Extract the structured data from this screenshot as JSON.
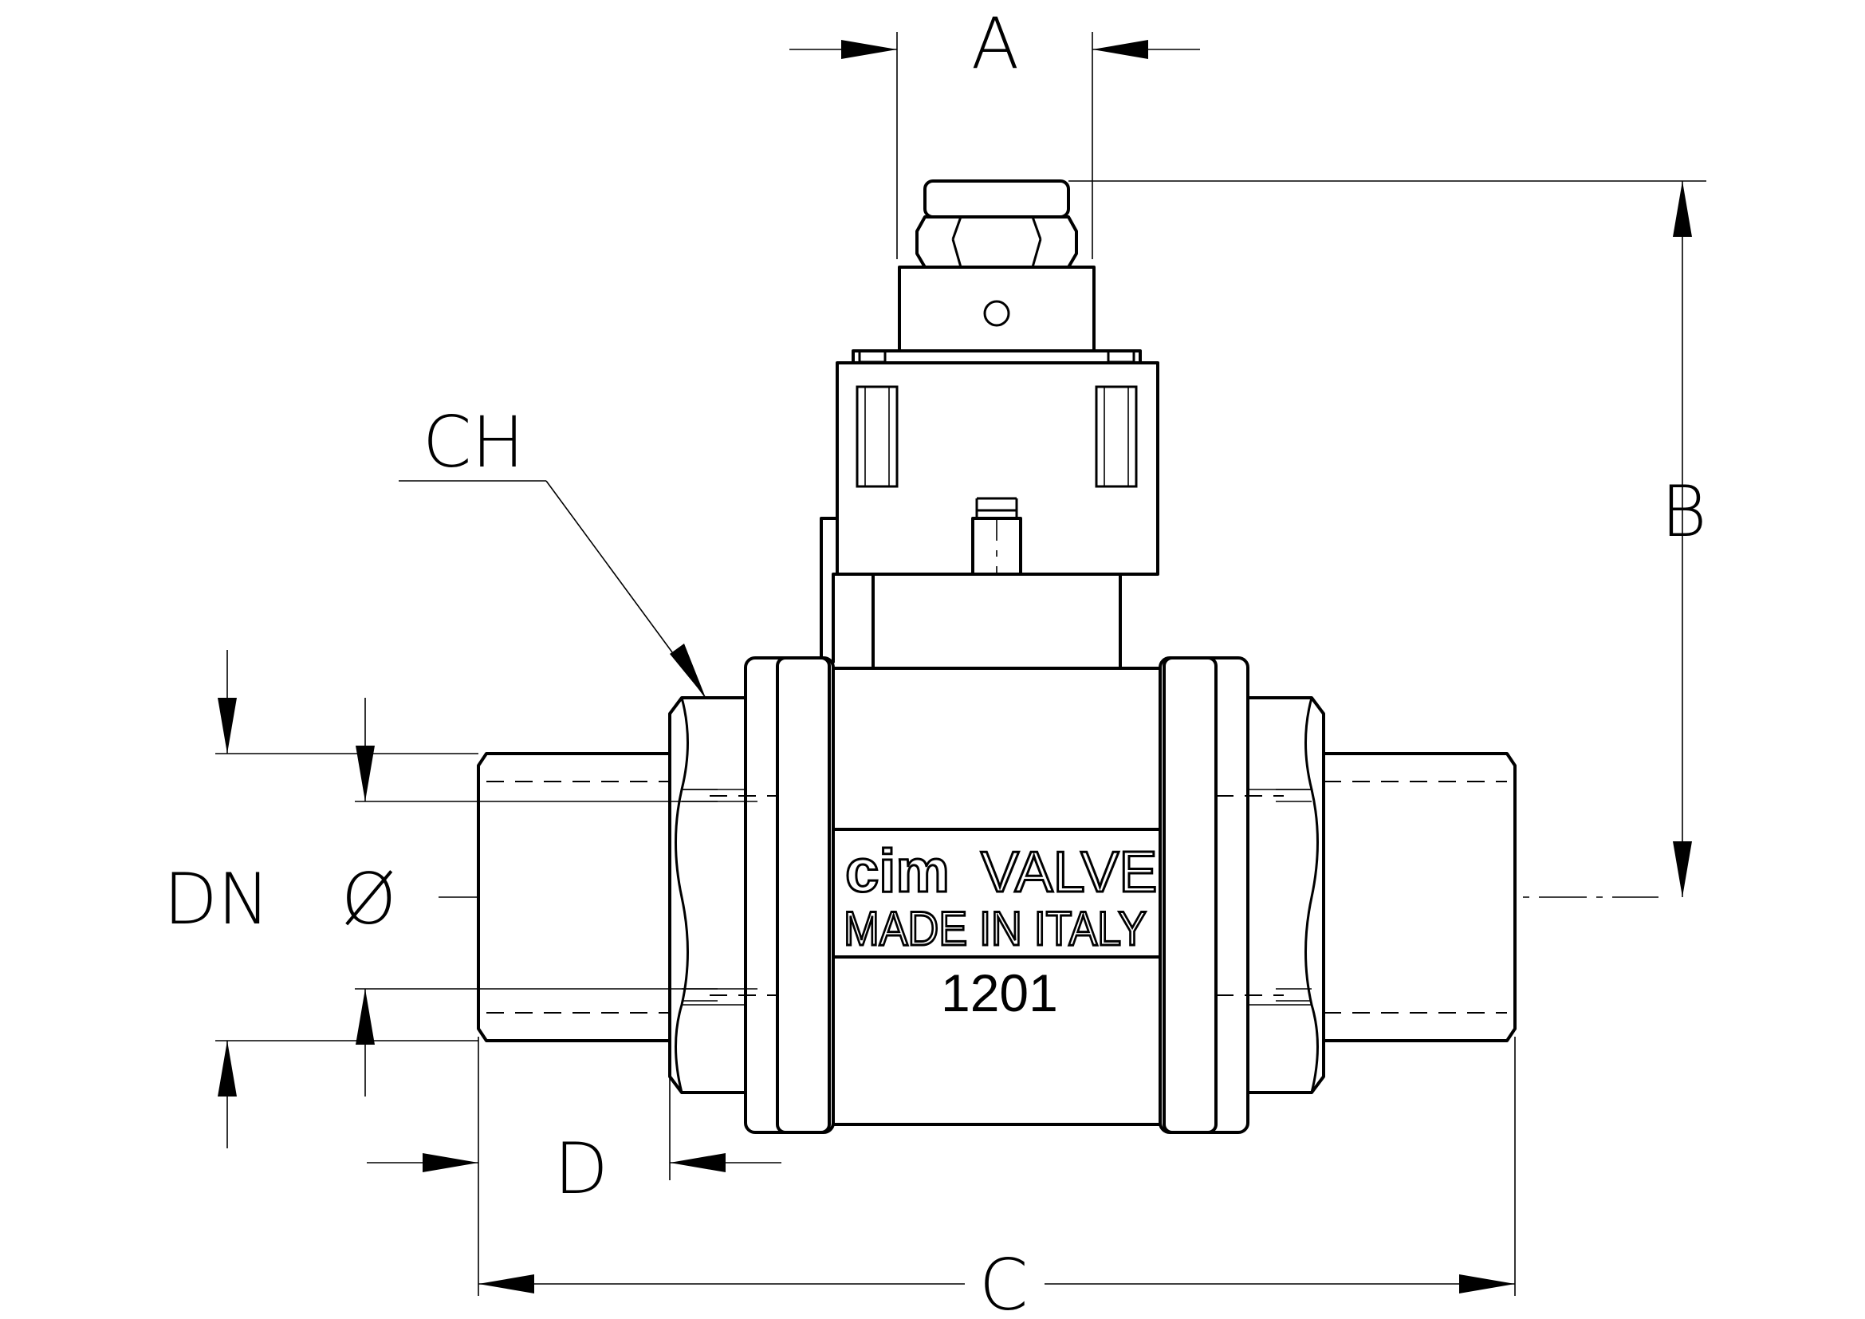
{
  "dimensions": {
    "a": "A",
    "b": "B",
    "c": "C",
    "d": "D",
    "ch": "CH",
    "dn": "DN",
    "diameter": "Ø"
  },
  "marking": {
    "brand": "cim",
    "brand_suffix": "VALVE",
    "origin": "MADE IN ITALY",
    "model": "1201"
  }
}
